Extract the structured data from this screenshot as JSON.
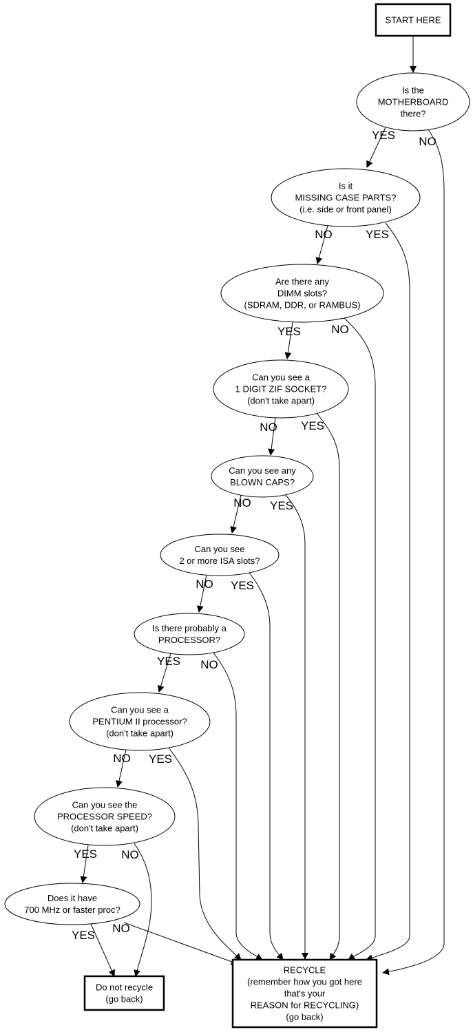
{
  "nodes": [
    {
      "id": "start",
      "lines": [
        "START HERE"
      ]
    },
    {
      "id": "motherboard",
      "lines": [
        "Is the",
        "MOTHERBOARD",
        "there?"
      ]
    },
    {
      "id": "case_parts",
      "lines": [
        "Is it",
        "MISSING CASE PARTS?",
        "(i.e. side or front panel)"
      ]
    },
    {
      "id": "dimm",
      "lines": [
        "Are there any",
        "DIMM slots?",
        "(SDRAM, DDR, or RAMBUS)"
      ]
    },
    {
      "id": "zif",
      "lines": [
        "Can you see a",
        "1 DIGIT ZIF SOCKET?",
        "(don't take apart)"
      ]
    },
    {
      "id": "caps",
      "lines": [
        "Can you see any",
        "BLOWN CAPS?"
      ]
    },
    {
      "id": "isa",
      "lines": [
        "Can you see",
        "2 or more ISA slots?"
      ]
    },
    {
      "id": "processor",
      "lines": [
        "Is there probably a",
        "PROCESSOR?"
      ]
    },
    {
      "id": "pentium",
      "lines": [
        "Can you see a",
        "PENTIUM II processor?",
        "(don't take apart)"
      ]
    },
    {
      "id": "speed",
      "lines": [
        "Can you see the",
        "PROCESSOR SPEED?",
        "(don't take apart)"
      ]
    },
    {
      "id": "mhz",
      "lines": [
        "Does it have",
        "700 MHz or faster proc?"
      ]
    },
    {
      "id": "do_not_recycle",
      "lines": [
        "Do not recycle",
        "(go back)"
      ]
    },
    {
      "id": "recycle",
      "lines": [
        "RECYCLE",
        "(remember how you got here",
        "that's your",
        "REASON for RECYCLING)",
        "(go back)"
      ]
    }
  ],
  "edges": [
    {
      "from": "start",
      "to": "motherboard",
      "label": ""
    },
    {
      "from": "motherboard",
      "to": "case_parts",
      "label": "YES"
    },
    {
      "from": "motherboard",
      "to": "recycle",
      "label": "NO"
    },
    {
      "from": "case_parts",
      "to": "dimm",
      "label": "NO"
    },
    {
      "from": "case_parts",
      "to": "recycle",
      "label": "YES"
    },
    {
      "from": "dimm",
      "to": "zif",
      "label": "YES"
    },
    {
      "from": "dimm",
      "to": "recycle",
      "label": "NO"
    },
    {
      "from": "zif",
      "to": "caps",
      "label": "NO"
    },
    {
      "from": "zif",
      "to": "recycle",
      "label": "YES"
    },
    {
      "from": "caps",
      "to": "isa",
      "label": "NO"
    },
    {
      "from": "caps",
      "to": "recycle",
      "label": "YES"
    },
    {
      "from": "isa",
      "to": "processor",
      "label": "NO"
    },
    {
      "from": "isa",
      "to": "recycle",
      "label": "YES"
    },
    {
      "from": "processor",
      "to": "pentium",
      "label": "YES"
    },
    {
      "from": "processor",
      "to": "recycle",
      "label": "NO"
    },
    {
      "from": "pentium",
      "to": "speed",
      "label": "NO"
    },
    {
      "from": "pentium",
      "to": "recycle",
      "label": "YES"
    },
    {
      "from": "speed",
      "to": "mhz",
      "label": "YES"
    },
    {
      "from": "speed",
      "to": "do_not_recycle",
      "label": "NO"
    },
    {
      "from": "mhz",
      "to": "do_not_recycle",
      "label": "YES"
    },
    {
      "from": "mhz",
      "to": "recycle",
      "label": "NO"
    }
  ]
}
